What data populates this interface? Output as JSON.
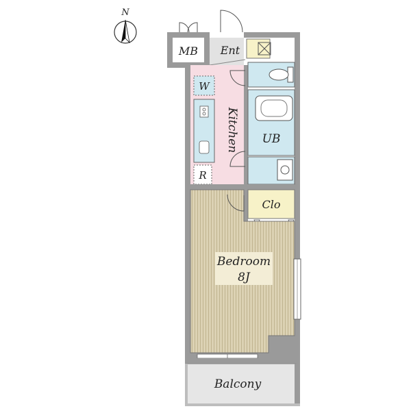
{
  "compass": {
    "north_label": "N"
  },
  "rooms": {
    "meter_box": "MB",
    "entrance": "Ent",
    "washer": "W",
    "kitchen": "Kitchen",
    "refrigerator": "R",
    "unit_bath": "UB",
    "closet": "Clo",
    "bedroom": "Bedroom",
    "bedroom_size": "8J",
    "balcony": "Balcony"
  },
  "colors": {
    "wall": "#9a9a9a",
    "kitchen_floor": "#f7dde3",
    "wet_area": "#cfe8f0",
    "bedroom_floor": "#dcd2b4",
    "closet_floor": "#f7f2c8",
    "balcony_floor": "#e6e6e6",
    "entrance_floor": "#e2e2e2",
    "label_bg": "#f3edd6"
  }
}
